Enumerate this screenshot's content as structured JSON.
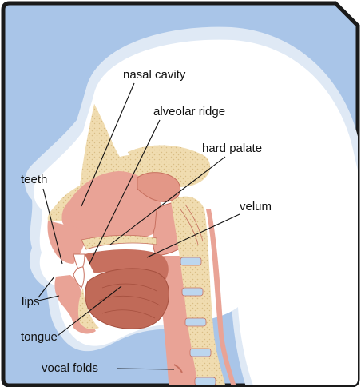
{
  "labels": {
    "nasal_cavity": "nasal cavity",
    "alveolar_ridge": "alveolar ridge",
    "hard_palate": "hard palate",
    "velum": "velum",
    "teeth": "teeth",
    "lips": "lips",
    "tongue": "tongue",
    "vocal_folds": "vocal folds"
  },
  "colors": {
    "background": "#a9c5e8",
    "frame": "#1a1a1a",
    "head_fill": "#ffffff",
    "bone": "#f0dcb0",
    "tissue": "#e9a396",
    "tissue_dark": "#c7705f",
    "tongue": "#c06a58",
    "vertebra": "#bcd6ee"
  }
}
